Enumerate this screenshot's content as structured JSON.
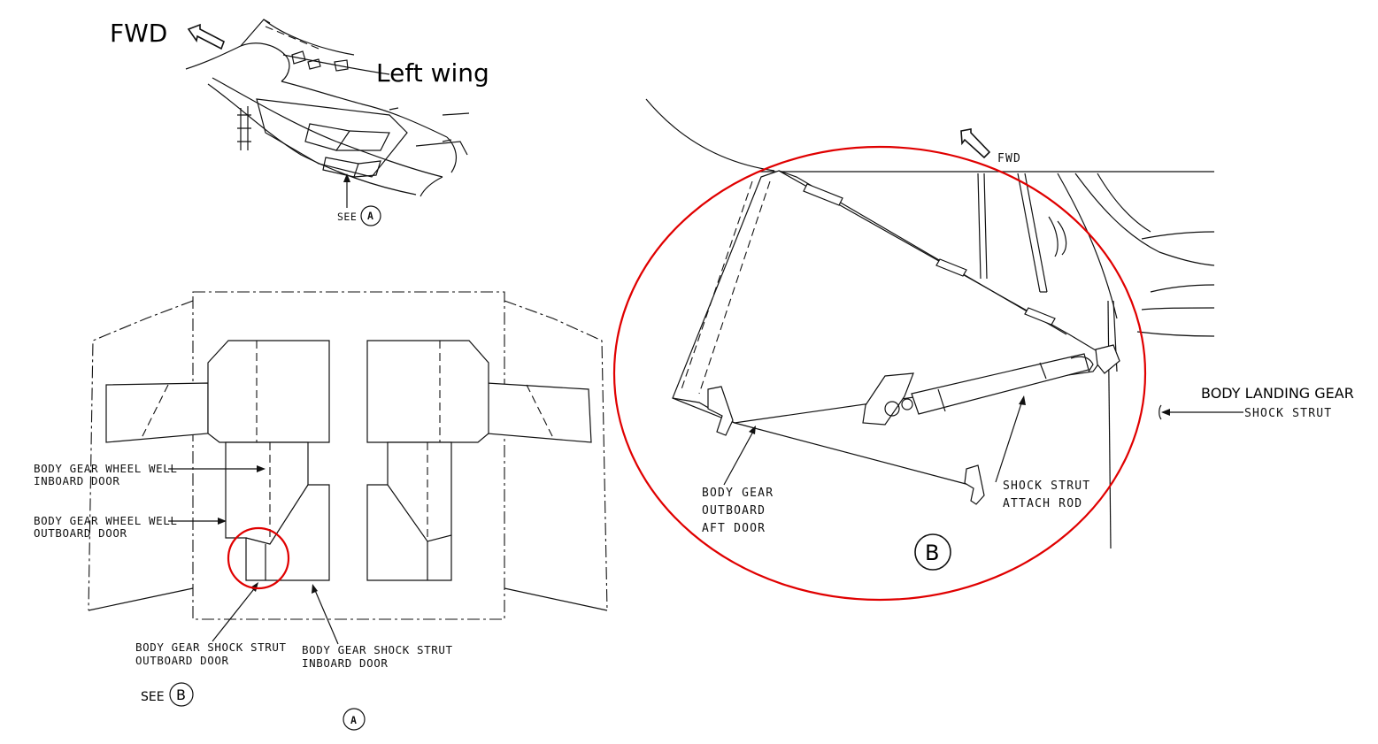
{
  "labels": {
    "fwd_top": "FWD",
    "left_wing": "Left wing",
    "see_a": "SEE",
    "ref_a": "A",
    "wheel_inboard_1": "BODY GEAR WHEEL WELL",
    "wheel_inboard_2": "INBOARD DOOR",
    "wheel_outboard_1": "BODY GEAR WHEEL WELL",
    "wheel_outboard_2": "OUTBOARD DOOR",
    "strut_outboard_1": "BODY GEAR SHOCK STRUT",
    "strut_outboard_2": "OUTBOARD DOOR",
    "strut_inboard_1": "BODY GEAR SHOCK STRUT",
    "strut_inboard_2": "INBOARD DOOR",
    "see_b": "SEE",
    "ref_b": "B",
    "view_a": "A",
    "fwd_detail": "FWD",
    "aft_door_1": "BODY GEAR",
    "aft_door_2": "OUTBOARD",
    "aft_door_3": "AFT DOOR",
    "rod_1": "SHOCK STRUT",
    "rod_2": "ATTACH ROD",
    "view_b": "B",
    "shock_strut_1": "BODY LANDING GEAR",
    "shock_strut_2": "SHOCK STRUT"
  },
  "colors": {
    "highlight": "#e00000",
    "line": "#111111"
  }
}
